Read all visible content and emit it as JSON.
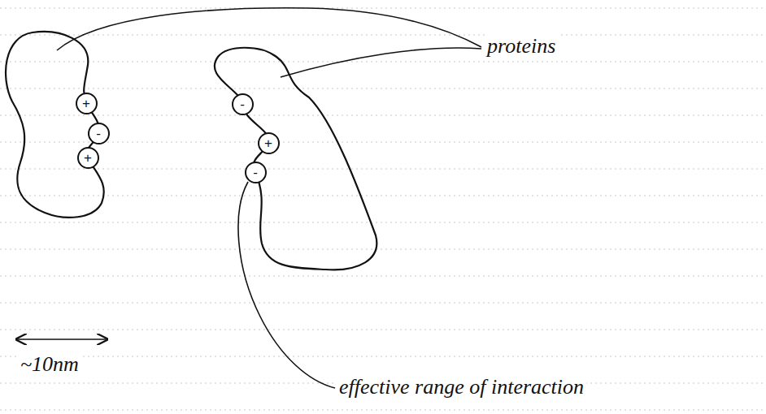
{
  "diagram": {
    "nodes": [
      {
        "text": [
          "+"
        ]
      },
      {
        "text": [
          "-"
        ]
      },
      {
        "text": [
          "+"
        ]
      },
      {
        "text": [
          "-"
        ]
      },
      {
        "text": [
          "+"
        ]
      },
      {
        "text": [
          "-"
        ]
      }
    ],
    "labels": [
      "proteins",
      "~10nm",
      "effective range of interaction"
    ]
  }
}
